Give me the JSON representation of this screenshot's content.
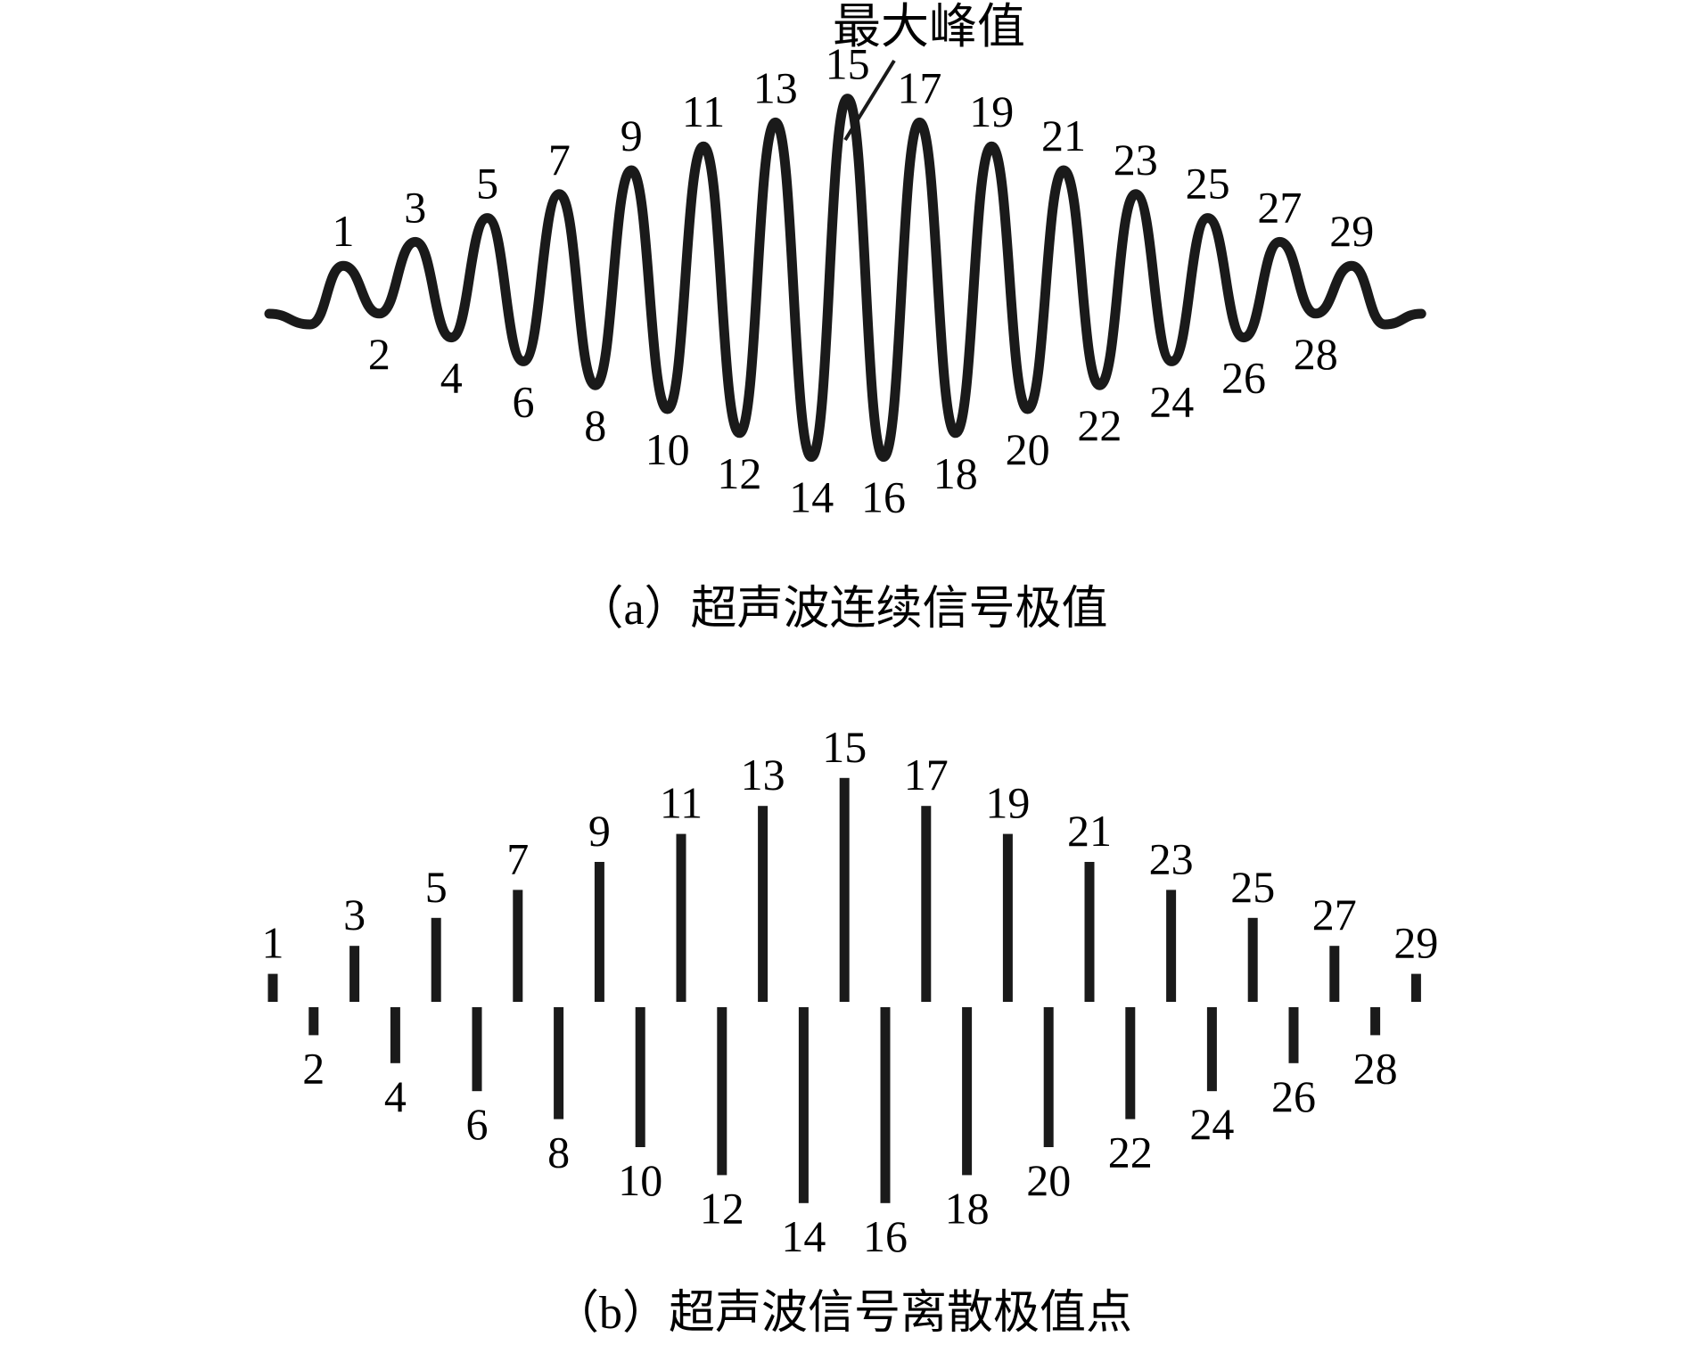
{
  "panel_a": {
    "caption": "（a）超声波连续信号极值",
    "annotation": "最大峰值",
    "peak_labels": [
      "1",
      "3",
      "5",
      "7",
      "9",
      "11",
      "13",
      "15",
      "17",
      "19",
      "21",
      "23",
      "25",
      "27",
      "29"
    ],
    "trough_labels": [
      "2",
      "4",
      "6",
      "8",
      "10",
      "12",
      "14",
      "16",
      "18",
      "20",
      "22",
      "24",
      "26",
      "28"
    ]
  },
  "panel_b": {
    "caption": "（b）超声波信号离散极值点",
    "bar_labels": [
      "1",
      "2",
      "3",
      "4",
      "5",
      "6",
      "7",
      "8",
      "9",
      "10",
      "11",
      "12",
      "13",
      "14",
      "15",
      "16",
      "17",
      "18",
      "19",
      "20",
      "21",
      "22",
      "23",
      "24",
      "25",
      "26",
      "27",
      "28",
      "29"
    ]
  },
  "chart_data": {
    "type": "bar",
    "title": "",
    "description_values_note": "",
    "categories": [
      1,
      2,
      3,
      4,
      5,
      6,
      7,
      8,
      9,
      10,
      11,
      12,
      13,
      14,
      15,
      16,
      17,
      18,
      19,
      20,
      21,
      22,
      23,
      24,
      25,
      26,
      27,
      28,
      29
    ],
    "values": [
      1,
      -1,
      2,
      -2,
      3,
      -3,
      4,
      -4,
      5,
      -5,
      6,
      -6,
      7,
      -7,
      8,
      -7,
      7,
      -6,
      6,
      -5,
      5,
      -4,
      4,
      -3,
      3,
      -2,
      2,
      -1,
      1
    ]
  },
  "colors": {
    "ink": "#1a1a1a",
    "background": "#ffffff"
  }
}
